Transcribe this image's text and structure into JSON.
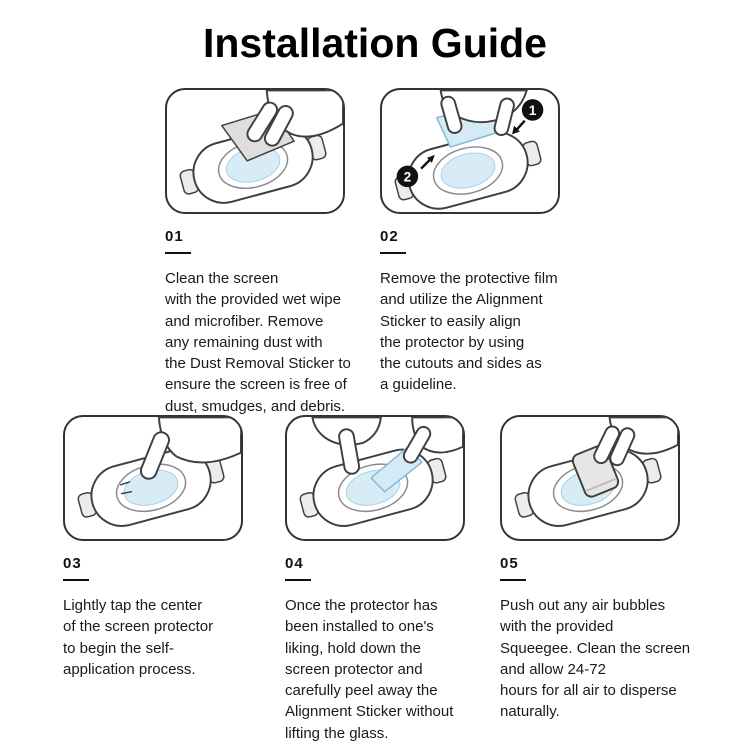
{
  "title": "Installation Guide",
  "accent_film_color": "#d4eaf7",
  "steps": [
    {
      "number": "01",
      "text": "Clean the screen\nwith the provided wet wipe\nand microfiber. Remove\nany remaining dust with\nthe Dust Removal Sticker to\nensure the screen is free of\ndust, smudges, and debris."
    },
    {
      "number": "02",
      "badges": [
        "1",
        "2"
      ],
      "text": "Remove the protective film\nand utilize the Alignment\nSticker to easily align\nthe protector by using\nthe cutouts and sides as\na guideline."
    },
    {
      "number": "03",
      "text": "Lightly tap the center\nof the screen protector\nto begin the self-\napplication process."
    },
    {
      "number": "04",
      "text": "Once the protector has\nbeen installed to one's\nliking, hold down the\nscreen protector and\ncarefully peel away the\nAlignment Sticker without\nlifting the glass."
    },
    {
      "number": "05",
      "text": "Push out any air bubbles\nwith the provided\nSqueegee. Clean the screen\nand allow 24-72\nhours for all air to disperse\nnaturally."
    }
  ]
}
